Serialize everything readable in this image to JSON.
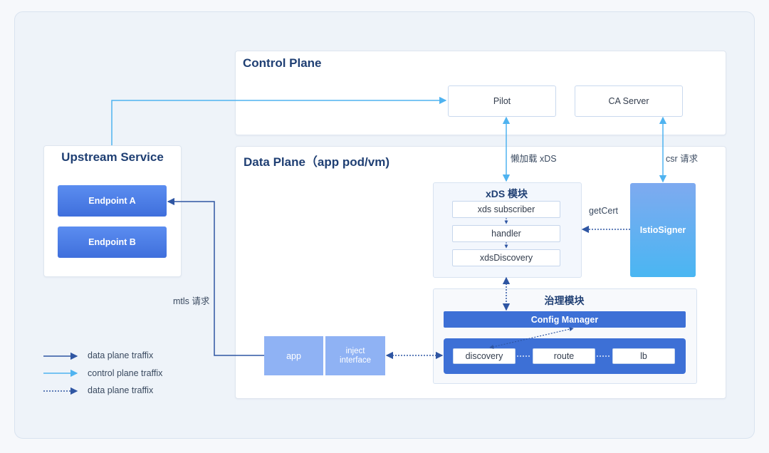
{
  "control_plane": {
    "title": "Control Plane",
    "pilot": "Pilot",
    "ca_server": "CA Server"
  },
  "data_plane": {
    "title": "Data Plane（app pod/vm)",
    "xds_module": {
      "title": "xDS 模块",
      "items": [
        "xds subscriber",
        "handler",
        "xdsDiscovery"
      ]
    },
    "istio_signer": "IstioSigner",
    "governance_module": {
      "title": "治理模块",
      "config_manager": "Config Manager",
      "discovery": "discovery",
      "route": "route",
      "lb": "lb"
    },
    "app": "app",
    "inject_interface": "inject\ninterface"
  },
  "upstream": {
    "title": "Upstream Service",
    "endpoints": [
      "Endpoint A",
      "Endpoint  B"
    ]
  },
  "edge_labels": {
    "lazy_xds": "懒加载 xDS",
    "csr": "csr 请求",
    "get_cert": "getCert",
    "mtls": "mtls 请求"
  },
  "legend": [
    {
      "label": "data plane traffix",
      "style": "solid",
      "color": "#2f56a3"
    },
    {
      "label": "control plane traffix",
      "style": "solid",
      "color": "#4fb3f0"
    },
    {
      "label": "data plane traffix",
      "style": "dotted",
      "color": "#2f56a3"
    }
  ],
  "colors": {
    "dark_blue": "#2f56a3",
    "light_blue": "#4fb3f0",
    "title": "#1f3f73"
  }
}
